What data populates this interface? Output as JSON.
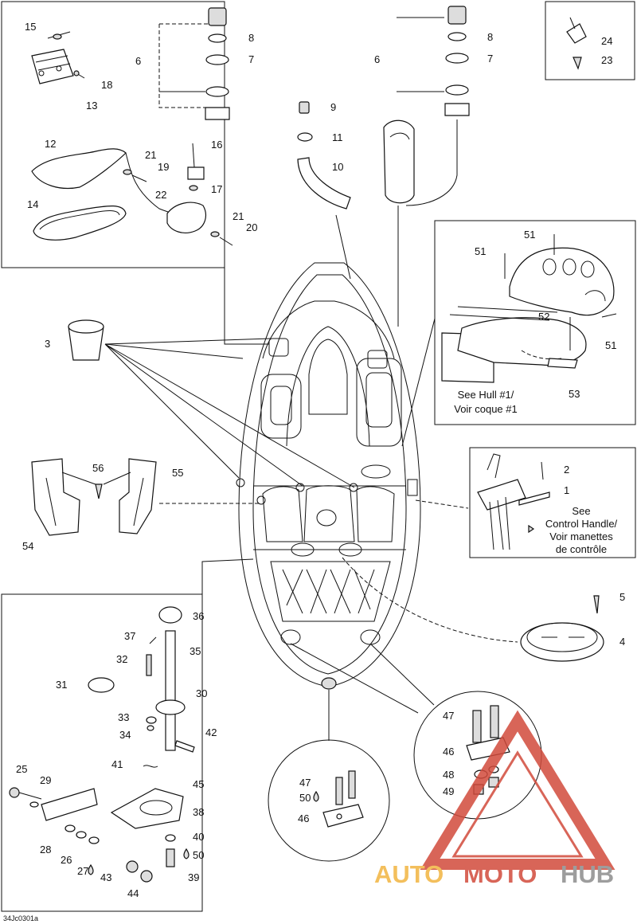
{
  "diagram_code": "34Jc0301a",
  "brand": {
    "part1": "AUTO",
    "part2": "MOTO",
    "part3": "HUB",
    "color1": "#f2b440",
    "color2": "#d24b3c",
    "color3": "#8c8c8c"
  },
  "callouts": {
    "c1": "1",
    "c2": "2",
    "c3": "3",
    "c4": "4",
    "c5": "5",
    "c6a": "6",
    "c6b": "6",
    "c7a": "7",
    "c7b": "7",
    "c8a": "8",
    "c8b": "8",
    "c9": "9",
    "c10": "10",
    "c11": "11",
    "c12": "12",
    "c13": "13",
    "c14": "14",
    "c15": "15",
    "c16": "16",
    "c17": "17",
    "c18": "18",
    "c19": "19",
    "c20": "20",
    "c21a": "21",
    "c21b": "21",
    "c22": "22",
    "c23": "23",
    "c24": "24",
    "c25": "25",
    "c26": "26",
    "c27": "27",
    "c28": "28",
    "c29": "29",
    "c30": "30",
    "c31": "31",
    "c32": "32",
    "c33": "33",
    "c34": "34",
    "c35": "35",
    "c36": "36",
    "c37": "37",
    "c38": "38",
    "c39": "39",
    "c40": "40",
    "c41": "41",
    "c42": "42",
    "c43": "43",
    "c44": "44",
    "c45": "45",
    "c46a": "46",
    "c46b": "46",
    "c47a": "47",
    "c47b": "47",
    "c48": "48",
    "c49": "49",
    "c50a": "50",
    "c50b": "50",
    "c51a": "51",
    "c51b": "51",
    "c51c": "51",
    "c52": "52",
    "c53": "53",
    "c54": "54",
    "c55": "55",
    "c56": "56"
  },
  "notes": {
    "hull_line1": "See Hull #1/",
    "hull_line2": "Voir coque #1",
    "handle_line1": "See",
    "handle_line2": "Control Handle/",
    "handle_line3": "Voir manettes",
    "handle_line4": "de contrôle"
  }
}
